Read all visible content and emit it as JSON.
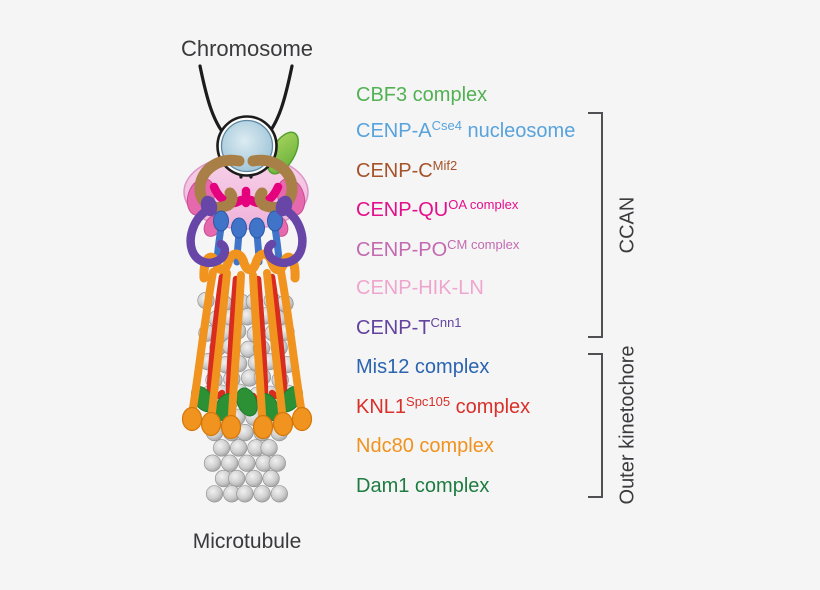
{
  "figure": {
    "chromosome_label": "Chromosome",
    "microtubule_label": "Microtubule"
  },
  "legend": {
    "items": [
      {
        "id": "cbf3",
        "color": "#52b152",
        "segments": [
          {
            "text": "CBF3 complex"
          }
        ]
      },
      {
        "id": "cenp-a",
        "color": "#58a3dc",
        "segments": [
          {
            "text": "CENP-A"
          },
          {
            "text": "Cse4",
            "sup": true
          },
          {
            "text": " nucleosome"
          }
        ]
      },
      {
        "id": "cenp-c",
        "color": "#a5532a",
        "segments": [
          {
            "text": "CENP-C"
          },
          {
            "text": "Mif2",
            "sup": true
          }
        ]
      },
      {
        "id": "cenp-qu",
        "color": "#e40f8a",
        "segments": [
          {
            "text": "CENP-QU"
          },
          {
            "text": "OA complex",
            "sup": true
          }
        ]
      },
      {
        "id": "cenp-po",
        "color": "#c36ab0",
        "segments": [
          {
            "text": "CENP-PO"
          },
          {
            "text": "CM complex",
            "sup": true
          }
        ]
      },
      {
        "id": "cenp-hik-ln",
        "color": "#efa6ce",
        "segments": [
          {
            "text": "CENP-HIK-LN"
          }
        ]
      },
      {
        "id": "cenp-t",
        "color": "#63439e",
        "segments": [
          {
            "text": "CENP-T"
          },
          {
            "text": "Cnn1",
            "sup": true
          }
        ]
      },
      {
        "id": "mis12",
        "color": "#2b64b0",
        "segments": [
          {
            "text": "Mis12 complex"
          }
        ]
      },
      {
        "id": "knl1",
        "color": "#d9302a",
        "segments": [
          {
            "text": "KNL1"
          },
          {
            "text": "Spc105",
            "sup": true
          },
          {
            "text": " complex"
          }
        ]
      },
      {
        "id": "ndc80",
        "color": "#f0921e",
        "segments": [
          {
            "text": "Ndc80 complex"
          }
        ]
      },
      {
        "id": "dam1",
        "color": "#1e7c41",
        "segments": [
          {
            "text": "Dam1 complex"
          }
        ]
      }
    ]
  },
  "brackets": {
    "color": "#505054",
    "ccan": {
      "label": "CCAN"
    },
    "outer": {
      "label": "Outer kinetochore"
    }
  }
}
